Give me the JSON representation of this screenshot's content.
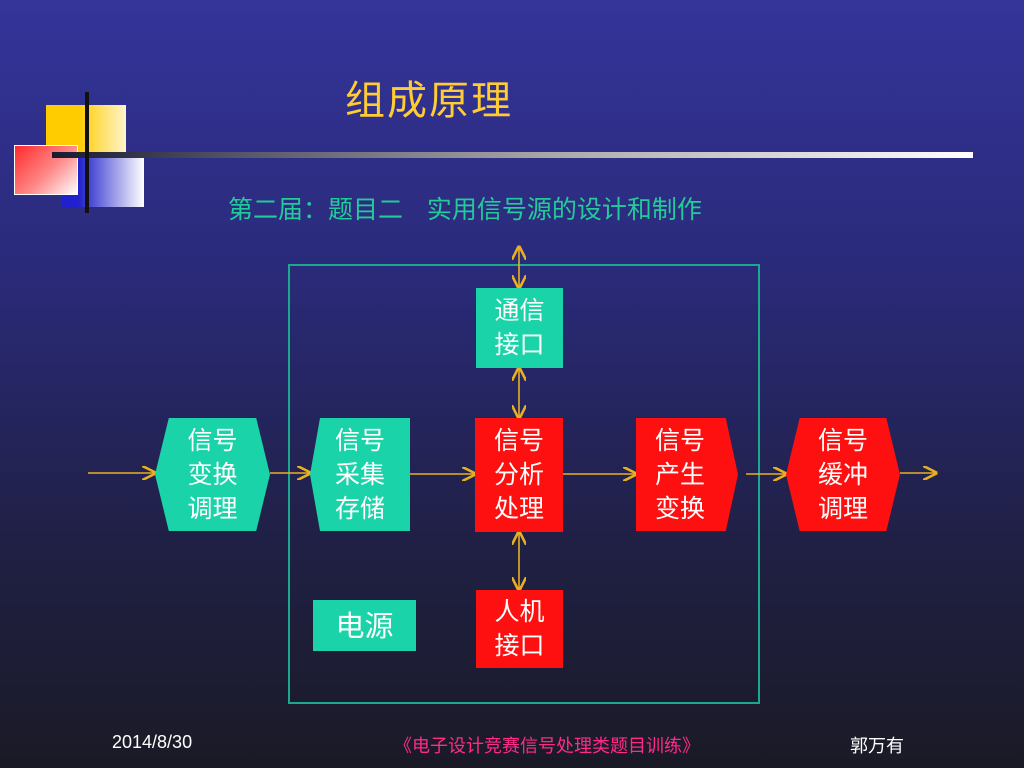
{
  "slide": {
    "title": "组成原理",
    "subtitle": "第二届：题目二   实用信号源的设计和制作"
  },
  "blocks": {
    "cond_in": [
      "信号",
      "变换",
      "调理"
    ],
    "acq": [
      "信号",
      "采集",
      "存储"
    ],
    "analysis": [
      "信号",
      "分析",
      "处理"
    ],
    "gen": [
      "信号",
      "产生",
      "变换"
    ],
    "cond_out": [
      "信号",
      "缓冲",
      "调理"
    ],
    "comm": [
      "通信",
      "接口"
    ],
    "hmi": [
      "人机",
      "接口"
    ],
    "power": "电源"
  },
  "footer": {
    "date": "2014/8/30",
    "course": "《电子设计竞赛信号处理类题目训练》",
    "author": "郭万有"
  },
  "colors": {
    "title": "#ffcc33",
    "subtitle": "#22cc99",
    "teal_block": "#1ad3a8",
    "red_block": "#ff1010",
    "arrow": "#e8b020",
    "frame": "#1ba88e",
    "footer_course": "#ff2a8a"
  }
}
